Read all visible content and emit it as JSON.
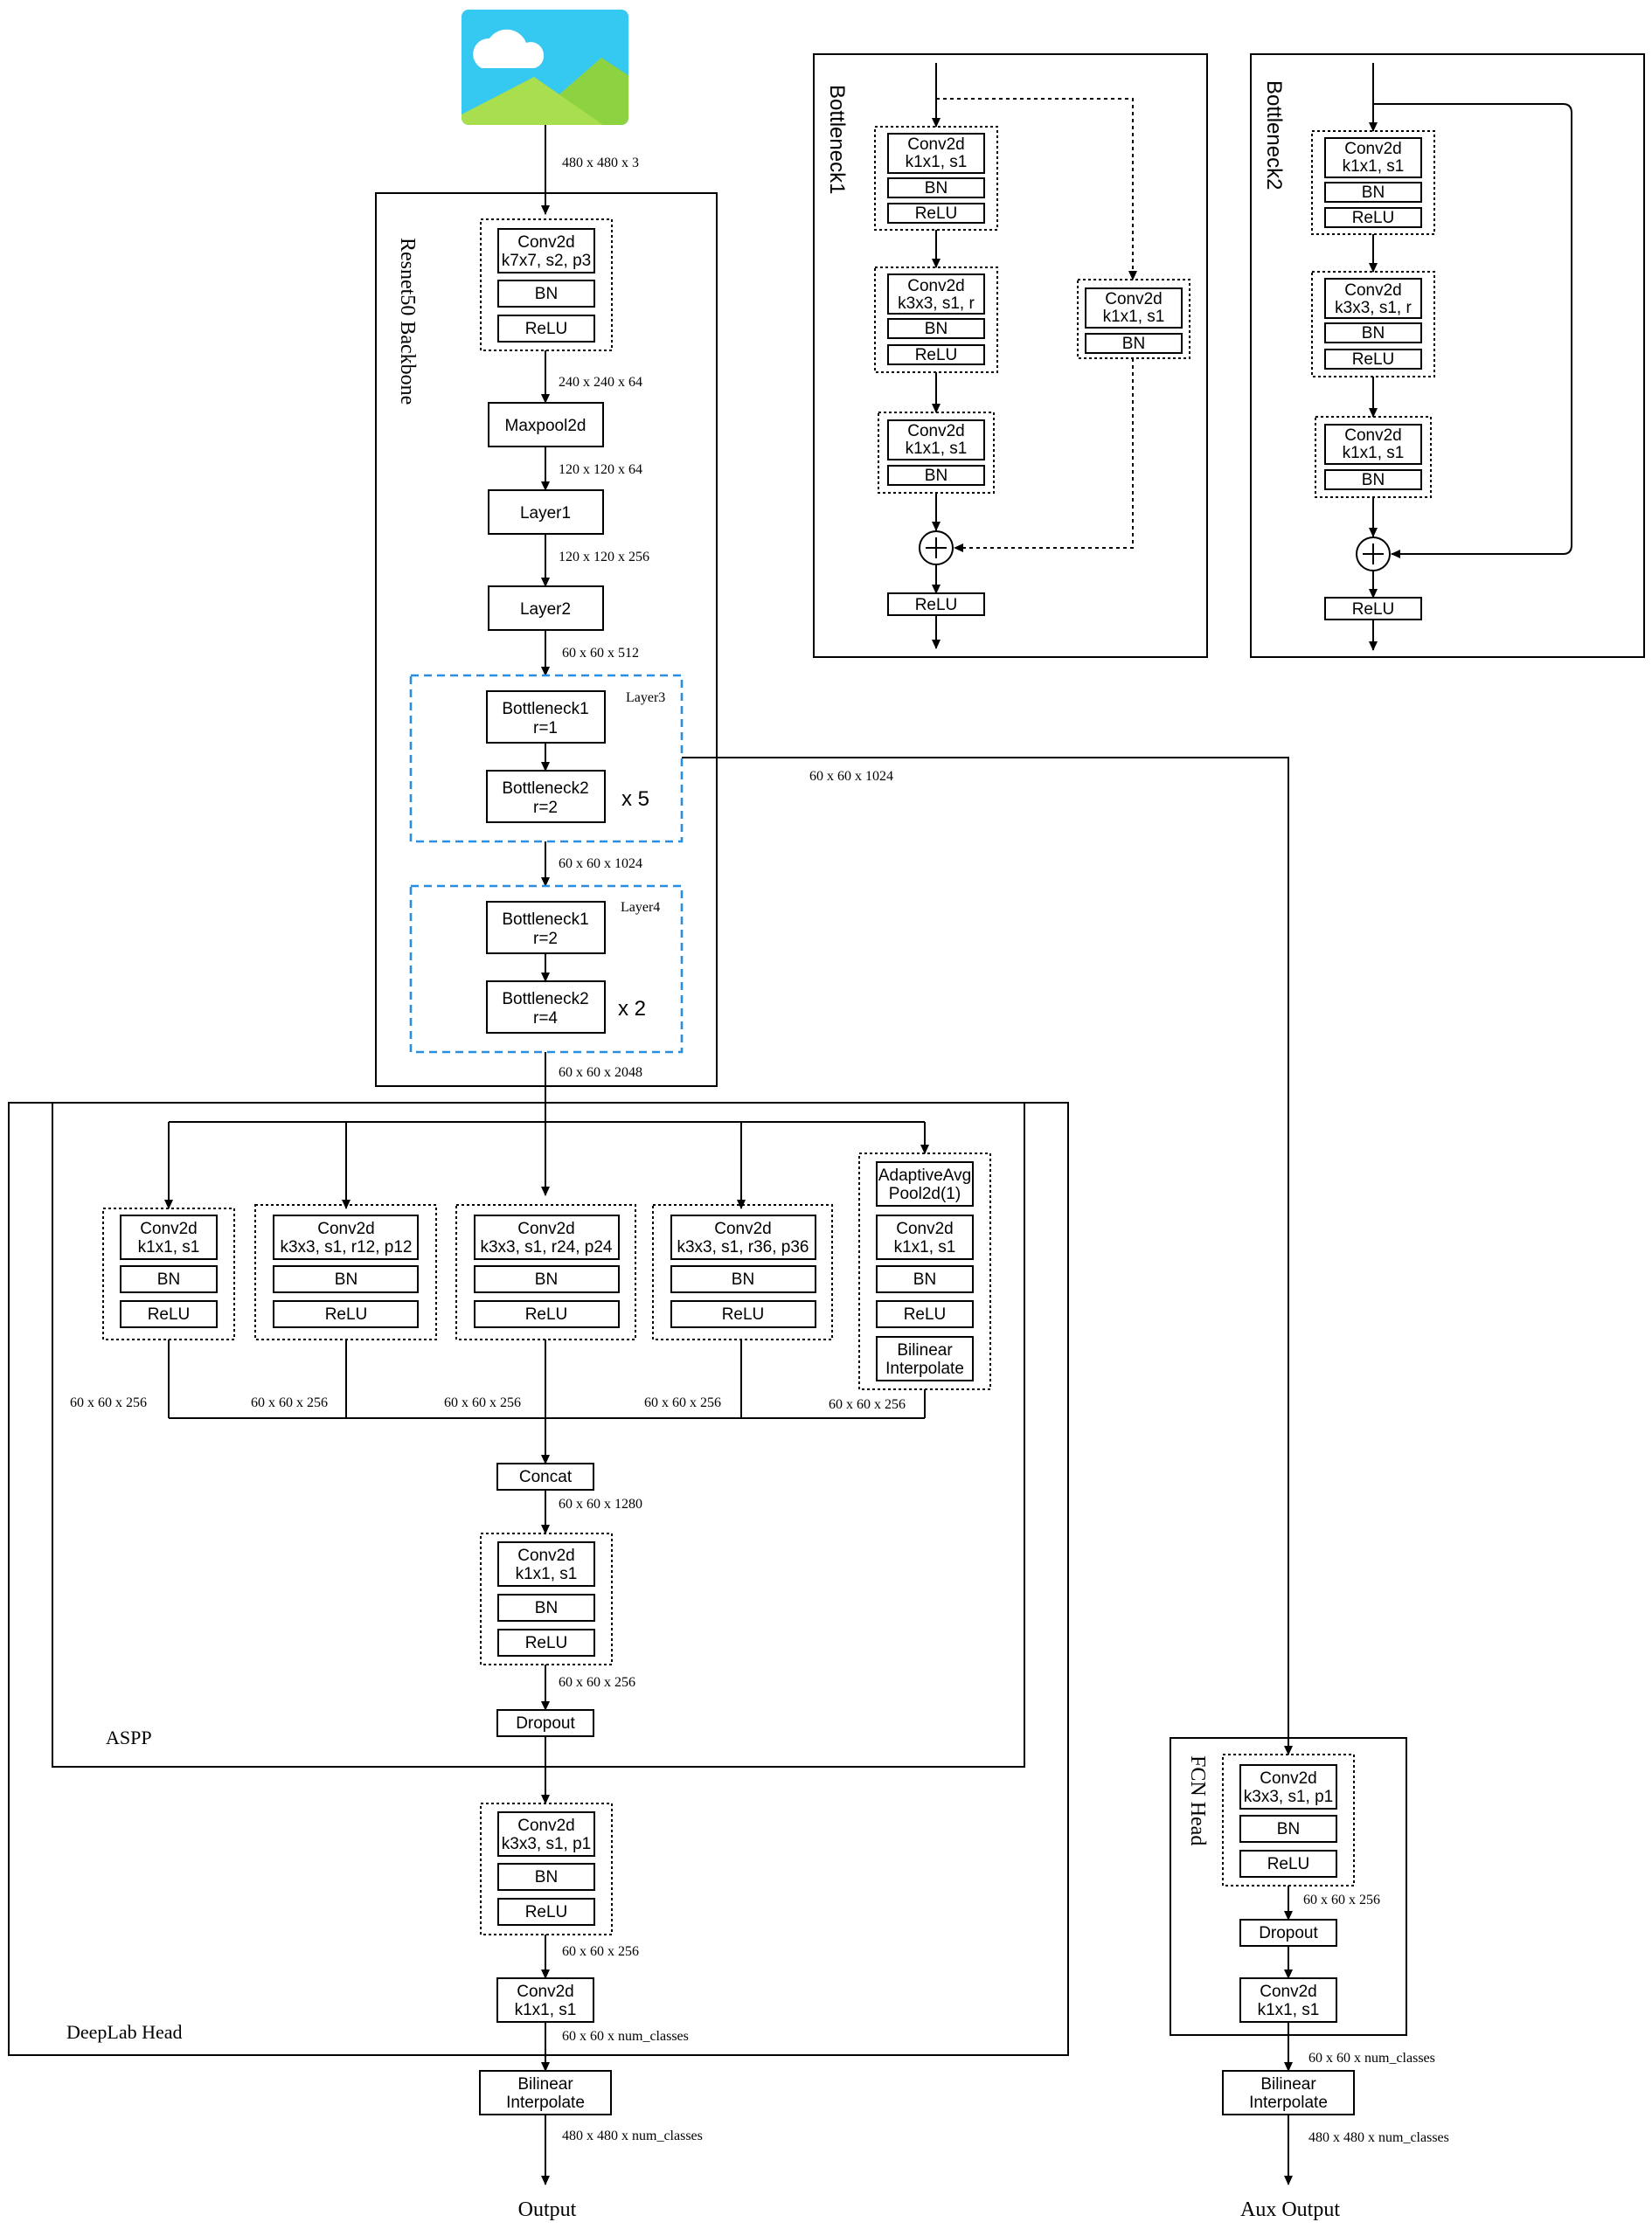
{
  "image_icon": "landscape-image-icon",
  "colors": {
    "sky": "#35c8f0",
    "hill": "#8dd240",
    "hill_light": "#a9de4e",
    "cloud": "#ffffff",
    "layer_border": "#2a8ee0"
  },
  "backbone": {
    "title": "Resnet50 Backbone",
    "dims": {
      "input": "480 x 480 x 3",
      "after_stem": "240 x 240 x 64",
      "after_maxpool": "120 x 120 x 64",
      "after_layer1": "120 x 120 x 256",
      "after_layer2": "60 x 60 x 512",
      "after_layer3": "60 x 60 x 1024",
      "aux_branch": "60 x 60 x 1024",
      "after_layer4": "60 x 60 x 2048"
    },
    "stem": {
      "conv_l1": "Conv2d",
      "conv_l2": "k7x7, s2, p3",
      "bn": "BN",
      "relu": "ReLU"
    },
    "maxpool": "Maxpool2d",
    "layer1": "Layer1",
    "layer2": "Layer2",
    "layer3": {
      "title": "Layer3",
      "b1_l1": "Bottleneck1",
      "b1_l2": "r=1",
      "b2_l1": "Bottleneck2",
      "b2_l2": "r=2",
      "repeat": "x 5"
    },
    "layer4": {
      "title": "Layer4",
      "b1_l1": "Bottleneck1",
      "b1_l2": "r=2",
      "b2_l1": "Bottleneck2",
      "b2_l2": "r=4",
      "repeat": "x 2"
    }
  },
  "bottleneck1": {
    "title": "Bottleneck1",
    "c1": [
      "Conv2d",
      "k1x1, s1"
    ],
    "c2": [
      "Conv2d",
      "k3x3, s1, r"
    ],
    "c3": [
      "Conv2d",
      "k1x1, s1"
    ],
    "sc": [
      "Conv2d",
      "k1x1, s1"
    ],
    "bn": "BN",
    "relu": "ReLU"
  },
  "bottleneck2": {
    "title": "Bottleneck2",
    "c1": [
      "Conv2d",
      "k1x1, s1"
    ],
    "c2": [
      "Conv2d",
      "k3x3, s1, r"
    ],
    "c3": [
      "Conv2d",
      "k1x1, s1"
    ],
    "bn": "BN",
    "relu": "ReLU"
  },
  "aspp": {
    "title": "ASPP",
    "branches": [
      {
        "l1": "Conv2d",
        "l2": "k1x1, s1",
        "bn": "BN",
        "relu": "ReLU",
        "dim": "60 x 60 x 256"
      },
      {
        "l1": "Conv2d",
        "l2": "k3x3, s1, r12, p12",
        "bn": "BN",
        "relu": "ReLU",
        "dim": "60 x 60 x 256"
      },
      {
        "l1": "Conv2d",
        "l2": "k3x3, s1, r24, p24",
        "bn": "BN",
        "relu": "ReLU",
        "dim": "60 x 60 x 256"
      },
      {
        "l1": "Conv2d",
        "l2": "k3x3, s1, r36, p36",
        "bn": "BN",
        "relu": "ReLU",
        "dim": "60 x 60 x 256"
      }
    ],
    "pool": {
      "p1": "AdaptiveAvg",
      "p2": "Pool2d(1)",
      "l1": "Conv2d",
      "l2": "k1x1, s1",
      "bn": "BN",
      "relu": "ReLU",
      "bi1": "Bilinear",
      "bi2": "Interpolate",
      "dim": "60 x 60 x 256"
    },
    "concat": "Concat",
    "concat_dim": "60 x 60 x 1280",
    "proj": {
      "l1": "Conv2d",
      "l2": "k1x1, s1",
      "bn": "BN",
      "relu": "ReLU"
    },
    "proj_dim": "60 x 60 x 256",
    "dropout": "Dropout"
  },
  "deeplab_head": {
    "title": "DeepLab Head",
    "conv": {
      "l1": "Conv2d",
      "l2": "k3x3, s1, p1",
      "bn": "BN",
      "relu": "ReLU"
    },
    "conv_dim": "60 x 60 x 256",
    "final": {
      "l1": "Conv2d",
      "l2": "k1x1, s1"
    },
    "final_dim": "60 x 60 x num_classes"
  },
  "main_out": {
    "bi1": "Bilinear",
    "bi2": "Interpolate",
    "dim": "480 x 480 x num_classes",
    "label": "Output"
  },
  "fcn_head": {
    "title": "FCN Head",
    "conv": {
      "l1": "Conv2d",
      "l2": "k3x3, s1, p1",
      "bn": "BN",
      "relu": "ReLU"
    },
    "conv_dim": "60 x 60 x 256",
    "dropout": "Dropout",
    "final": {
      "l1": "Conv2d",
      "l2": "k1x1, s1"
    },
    "final_dim": "60 x 60 x num_classes"
  },
  "aux_out": {
    "bi1": "Bilinear",
    "bi2": "Interpolate",
    "dim": "480 x 480 x num_classes",
    "label": "Aux Output"
  }
}
